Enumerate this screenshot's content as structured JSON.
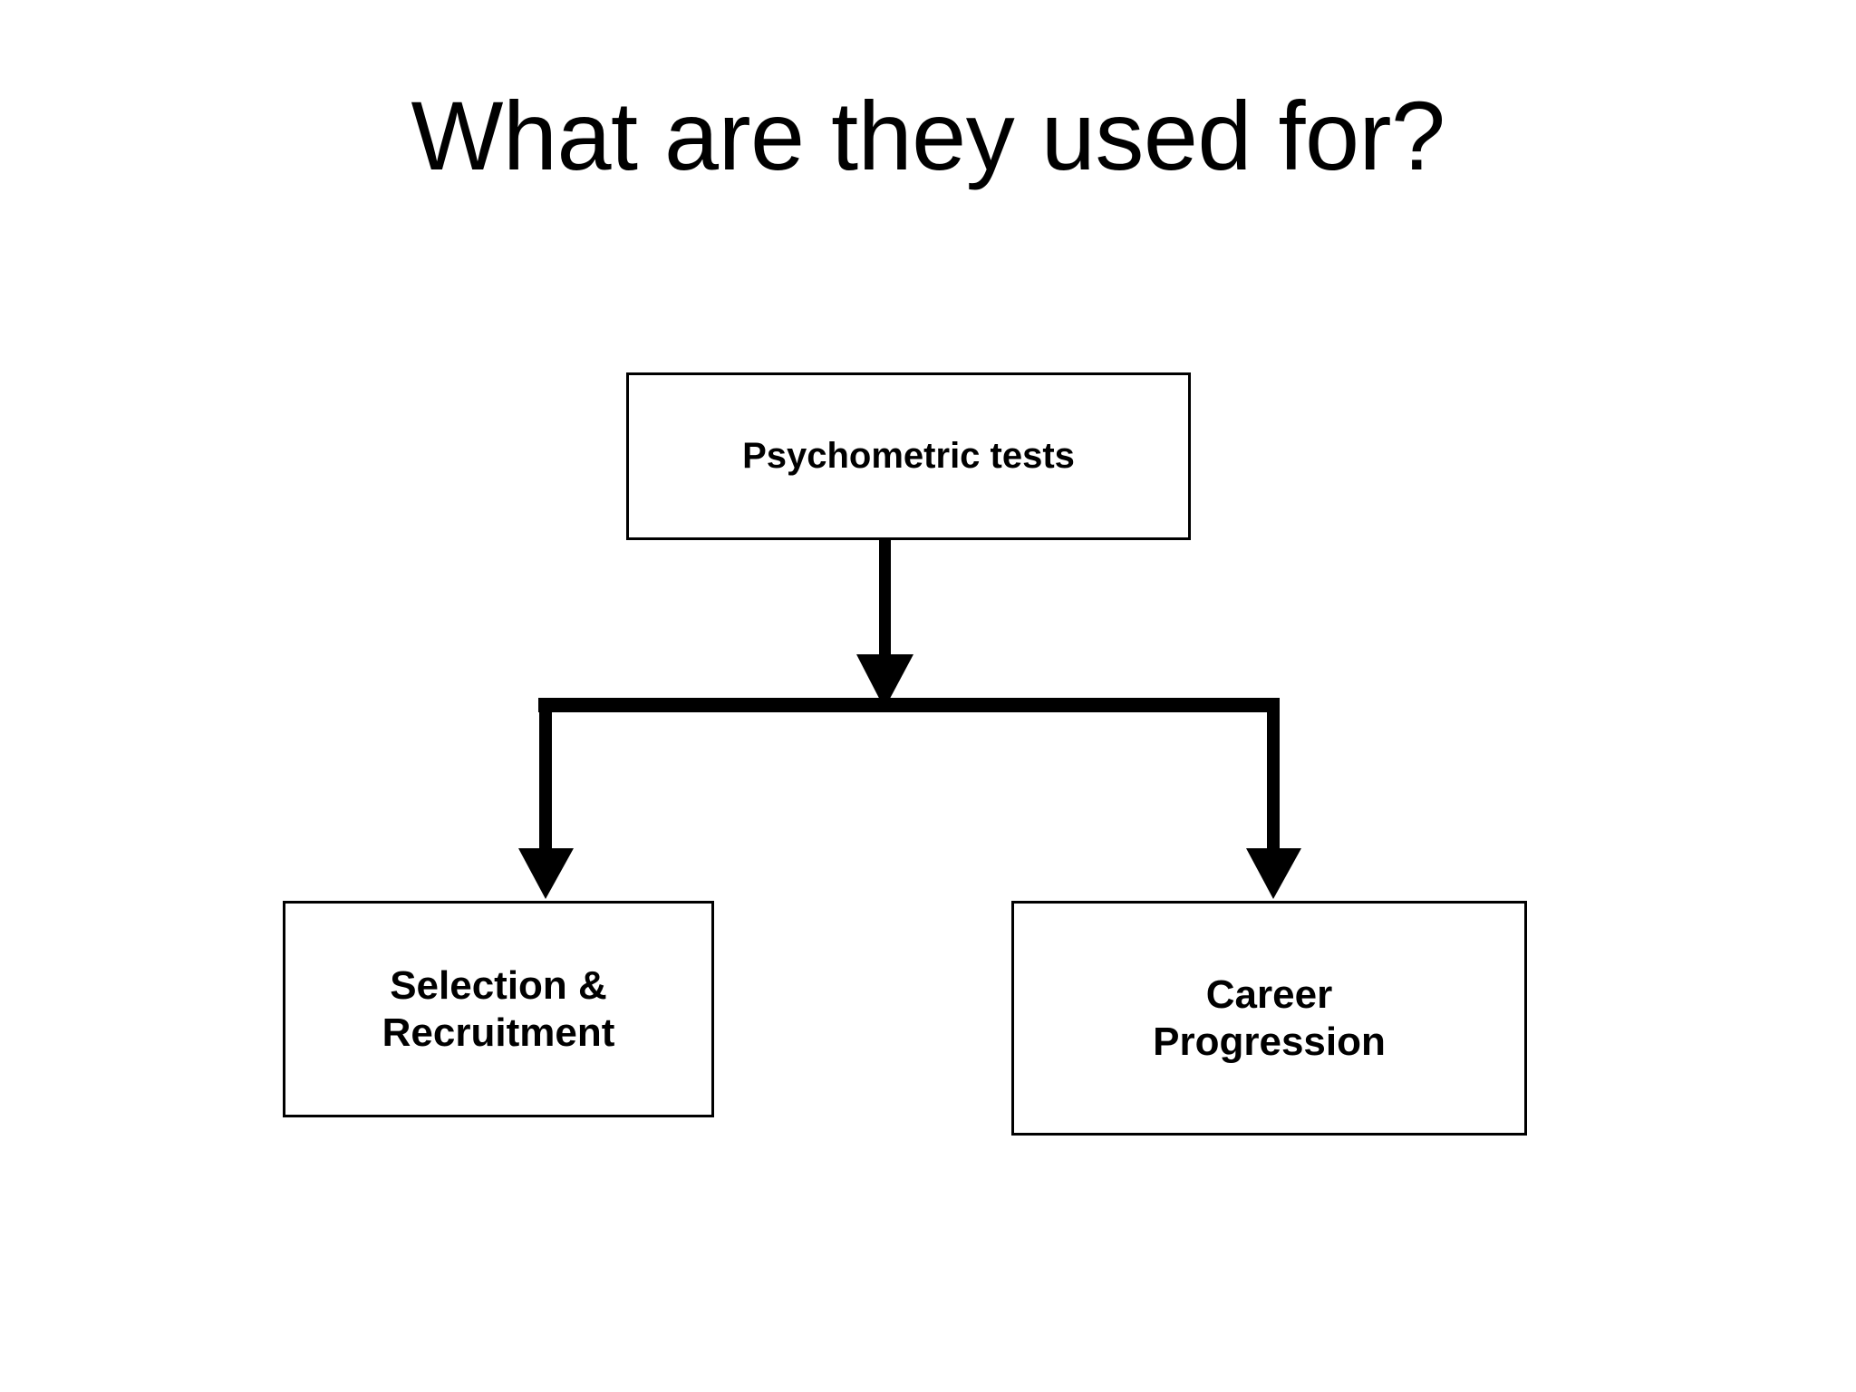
{
  "slide": {
    "title": "What are they used for?",
    "background_color": "#ffffff",
    "ink_color": "#000000"
  },
  "diagram": {
    "type": "flowchart",
    "orientation": "top-down",
    "nodes": [
      {
        "id": "root",
        "label": "Psychometric tests",
        "role": "parent"
      },
      {
        "id": "left",
        "label": "Selection &\nRecruitment",
        "role": "child"
      },
      {
        "id": "right",
        "label": "Career\nProgression",
        "role": "child"
      }
    ],
    "edges": [
      {
        "from": "root",
        "to": "left",
        "arrow": "true"
      },
      {
        "from": "root",
        "to": "right",
        "arrow": "true"
      }
    ],
    "box_fill": "#ffffff",
    "box_border_color": "#000000",
    "connector_color": "#000000"
  }
}
